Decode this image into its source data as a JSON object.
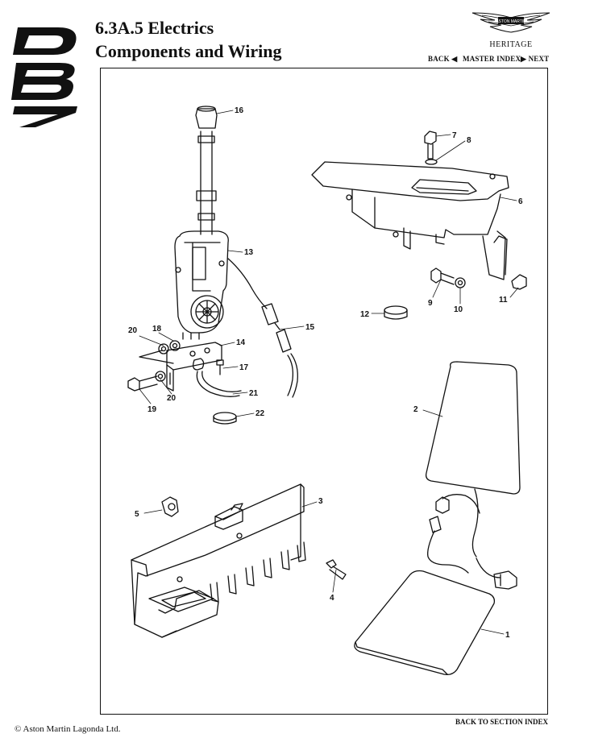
{
  "header": {
    "title_line1": "6.3A.5 Electrics",
    "title_line2": "Components and Wiring",
    "brand_sub": "HERITAGE",
    "brand_wings_text": "ASTON MARTIN",
    "logo_text": "DB7"
  },
  "nav": {
    "back": "BACK ◀",
    "master": "MASTER INDEX",
    "next": "▶ NEXT"
  },
  "callouts": [
    "1",
    "2",
    "3",
    "4",
    "5",
    "6",
    "7",
    "8",
    "9",
    "10",
    "11",
    "12",
    "13",
    "14",
    "15",
    "16",
    "17",
    "18",
    "19",
    "20",
    "20",
    "21",
    "22"
  ],
  "footer": {
    "copyright": "© Aston Martin Lagonda Ltd.",
    "section_index": "BACK TO SECTION INDEX"
  }
}
